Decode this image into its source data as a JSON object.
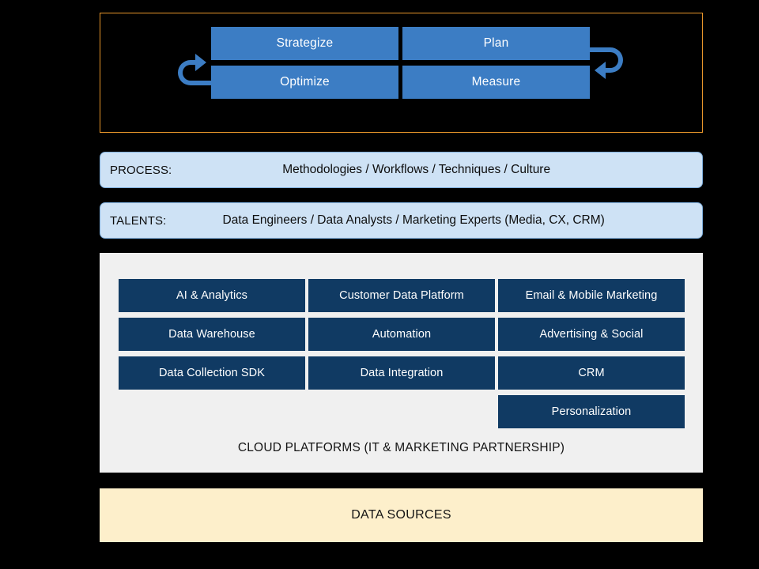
{
  "colors": {
    "background": "#000000",
    "cycle_border": "#E8962B",
    "quadrant_fill": "#3C7DC4",
    "arrow": "#3C7DC4",
    "layer_bar_fill": "#CEE2F5",
    "layer_bar_border": "#7EAEDC",
    "cloud_panel_fill": "#F0F0F0",
    "cloud_cell_fill": "#103A63",
    "data_sources_fill": "#FDEFCB",
    "text_light": "#FFFFFF",
    "text_dark": "#0D0D0D"
  },
  "cycle": {
    "quadrants": [
      {
        "label": "Strategize"
      },
      {
        "label": "Plan"
      },
      {
        "label": "Optimize"
      },
      {
        "label": "Measure"
      }
    ],
    "arrows": [
      {
        "name": "cycle-arrow-left",
        "direction": "up-right"
      },
      {
        "name": "cycle-arrow-right",
        "direction": "down-left"
      }
    ]
  },
  "layers": [
    {
      "key": "process",
      "label": "PROCESS:",
      "description": "Methodologies / Workflows / Techniques / Culture"
    },
    {
      "key": "talents",
      "label": "TALENTS:",
      "description": "Data Engineers / Data Analysts / Marketing Experts (Media, CX, CRM)"
    }
  ],
  "cloud": {
    "caption": "CLOUD PLATFORMS (IT & MARKETING PARTNERSHIP)",
    "columns": [
      {
        "name": "data-column",
        "cells": [
          "AI & Analytics",
          "Data Warehouse",
          "Data Collection SDK"
        ]
      },
      {
        "name": "platform-column",
        "cells": [
          "Customer Data Platform",
          "Automation",
          "Data Integration"
        ]
      },
      {
        "name": "engagement-column",
        "cells": [
          "Email & Mobile Marketing",
          "Advertising & Social",
          "CRM",
          "Personalization"
        ]
      }
    ],
    "grid": [
      [
        "AI & Analytics",
        "Customer Data Platform",
        "Email & Mobile Marketing"
      ],
      [
        "Data Warehouse",
        "Automation",
        "Advertising & Social"
      ],
      [
        "Data Collection SDK",
        "Data Integration",
        "CRM"
      ],
      [
        "",
        "",
        "Personalization"
      ]
    ]
  },
  "data_sources": {
    "label": "DATA SOURCES"
  }
}
